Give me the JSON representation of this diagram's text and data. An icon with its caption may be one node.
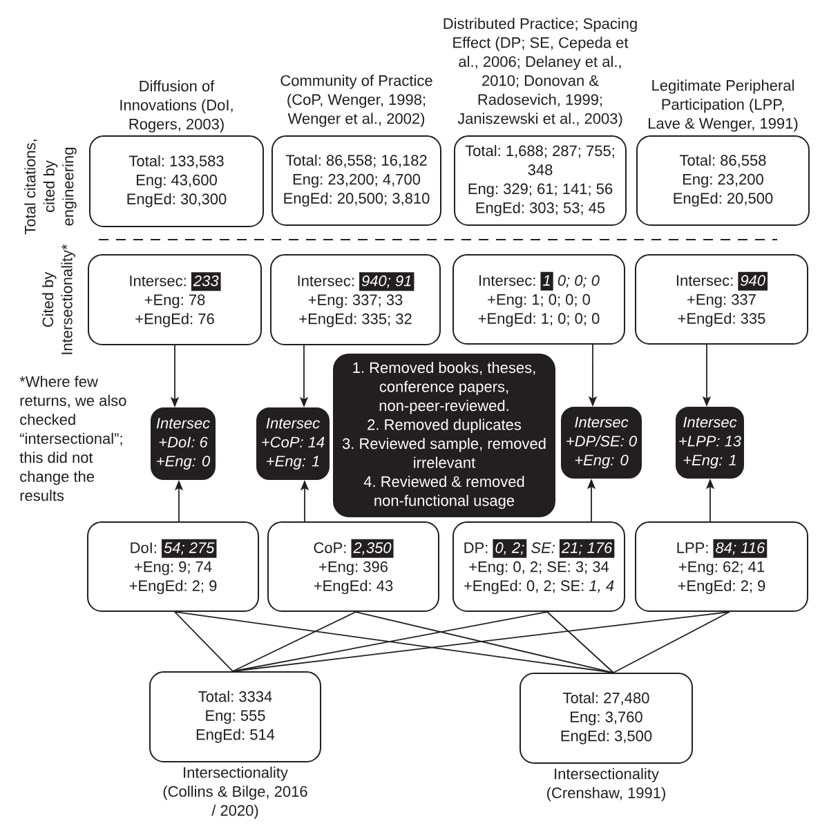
{
  "diagram": {
    "nodes": [
      {
        "text": [
          "Diffusion of Innovations (DoI, Rogers, 2003)",
          "Total: 133,583",
          "Eng: 43,600",
          "EngEd: 30,300"
        ]
      },
      {
        "text": [
          "Community of Practice (CoP, Wenger, 1998; Wenger et al., 2002)",
          "Total: 86,558; 16,182",
          "Eng: 23,200; 4,700",
          "EngEd: 20,500; 3,810"
        ]
      },
      {
        "text": [
          "Distributed Practice; Spacing Effect (DP; SE, Cepeda et al., 2006; Delaney et al., 2010; Donovan & Radosevich, 1999; Janiszewski et al., 2003)",
          "Total: 1,688; 287; 755; 348",
          "Eng: 329; 61; 141; 56",
          "EngEd: 303; 53; 45"
        ]
      },
      {
        "text": [
          "Legitimate Peripheral Participation (LPP, Lave & Wenger, 1991)",
          "Total: 86,558",
          "Eng: 23,200",
          "EngEd: 20,500"
        ]
      },
      {
        "text": [
          "Intersec:",
          "233",
          "+Eng: 78",
          "+EngEd: 76"
        ]
      },
      {
        "text": [
          "Intersec:",
          "940; 91",
          "+Eng: 337; 33",
          "+EngEd: 335; 32"
        ]
      },
      {
        "text": [
          "Intersec:",
          "1",
          "0; 0; 0",
          "+Eng: 1; 0; 0; 0",
          "+EngEd: 1; 0; 0; 0"
        ]
      },
      {
        "text": [
          "Intersec:",
          "940",
          "+Eng: 337",
          "+EngEd: 335"
        ]
      },
      {
        "text": [
          "Intersec",
          "+DoI: 6",
          "+Eng: 0"
        ]
      },
      {
        "text": [
          "Intersec",
          "+CoP: 14",
          "+Eng: 1"
        ]
      },
      {
        "text": [
          "1. Removed books, theses, conference papers, non-peer-reviewed.",
          "2. Removed duplicates",
          "3. Reviewed sample, removed irrelevant",
          "4. Reviewed & removed non-functional usage"
        ]
      },
      {
        "text": [
          "Intersec",
          "+DP/SE: 0",
          "+Eng: 0"
        ]
      },
      {
        "text": [
          "Intersec",
          "+LPP: 13",
          "+Eng: 1"
        ]
      },
      {
        "text": [
          "DoI:",
          "54; 275",
          "+Eng: 9; 74",
          "+EngEd: 2; 9"
        ]
      },
      {
        "text": [
          "CoP:",
          "2,350",
          "+Eng: 396",
          "+EngEd: 43"
        ]
      },
      {
        "text": [
          "DP:",
          "0, 2;",
          "SE:",
          "21; 176",
          "+Eng: 0, 2; SE: 3; 34",
          "+EngEd: 0, 2; SE: *1, 4*"
        ]
      },
      {
        "text": [
          "LPP:",
          "84; 116",
          "+Eng: 62; 41",
          "+EngEd: 2; 9"
        ]
      },
      {
        "text": [
          "Total: 3334",
          "Eng: 555",
          "EngEd: 514",
          "Intersectionality (Collins & Bilge, 2016 / 2020)"
        ]
      },
      {
        "text": [
          "Total: 27,480",
          "Eng: 3,760",
          "EngEd: 3,500",
          "Intersectionality (Crenshaw, 1991)"
        ]
      }
    ],
    "edges": [
      {
        "from": 4,
        "to": 8,
        "arrow": "to"
      },
      {
        "from": 5,
        "to": 9,
        "arrow": "to"
      },
      {
        "from": 6,
        "to": 11,
        "arrow": "to"
      },
      {
        "from": 7,
        "to": 12,
        "arrow": "to"
      },
      {
        "from": 13,
        "to": 8,
        "arrow": "to"
      },
      {
        "from": 14,
        "to": 9,
        "arrow": "to"
      },
      {
        "from": 15,
        "to": 11,
        "arrow": "to"
      },
      {
        "from": 16,
        "to": 12,
        "arrow": "to"
      },
      {
        "from": 13,
        "to": 17,
        "arrow": "none"
      },
      {
        "from": 13,
        "to": 18,
        "arrow": "none"
      },
      {
        "from": 14,
        "to": 17,
        "arrow": "none"
      },
      {
        "from": 14,
        "to": 18,
        "arrow": "none"
      },
      {
        "from": 15,
        "to": 17,
        "arrow": "none"
      },
      {
        "from": 15,
        "to": 18,
        "arrow": "none"
      },
      {
        "from": 16,
        "to": 17,
        "arrow": "none"
      },
      {
        "from": 16,
        "to": 18,
        "arrow": "none"
      }
    ],
    "labels": [
      "Total citations, cited by engineering",
      "Cited by Intersectionality*",
      "*Where few returns, we also checked “intersectional”; this did not change the results"
    ]
  }
}
